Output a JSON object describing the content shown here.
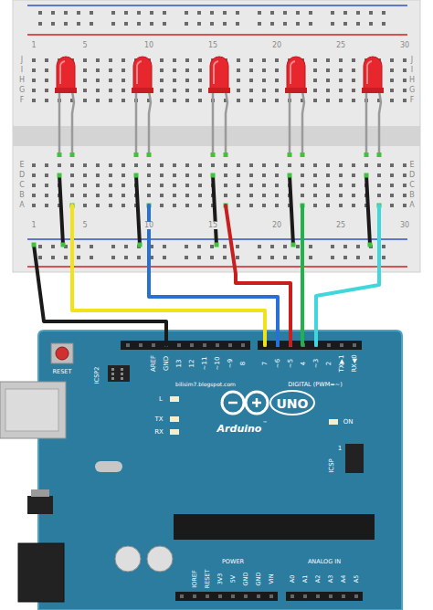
{
  "diagram": {
    "labels": [
      "1",
      "5",
      "10",
      "15",
      "20",
      "25",
      "30",
      "1",
      "5",
      "10",
      "15",
      "20",
      "25",
      "30",
      "J",
      "I",
      "H",
      "G",
      "F",
      "J",
      "I",
      "H",
      "G",
      "F",
      "E",
      "D",
      "C",
      "B",
      "A",
      "E",
      "D",
      "C",
      "B",
      "A",
      "RESET",
      "ICSP2",
      "AREF",
      "GND",
      "13",
      "12",
      "~11",
      "~10",
      "~9",
      "8",
      "7",
      "~6",
      "~5",
      "4",
      "~3",
      "2",
      "TX▶1",
      "RX◀0",
      "bilisim7.blogspot.com",
      "DIGITAL (PWM=~)",
      "L",
      "TX",
      "RX",
      "UNO",
      "Arduino",
      "™",
      "ON",
      "1",
      "ICSP",
      "IOREF",
      "RESET",
      "3V3",
      "5V",
      "GND",
      "GND",
      "VIN",
      "POWER",
      "ANALOG IN",
      "A0",
      "A1",
      "A2",
      "A3",
      "A4",
      "A5"
    ]
  }
}
